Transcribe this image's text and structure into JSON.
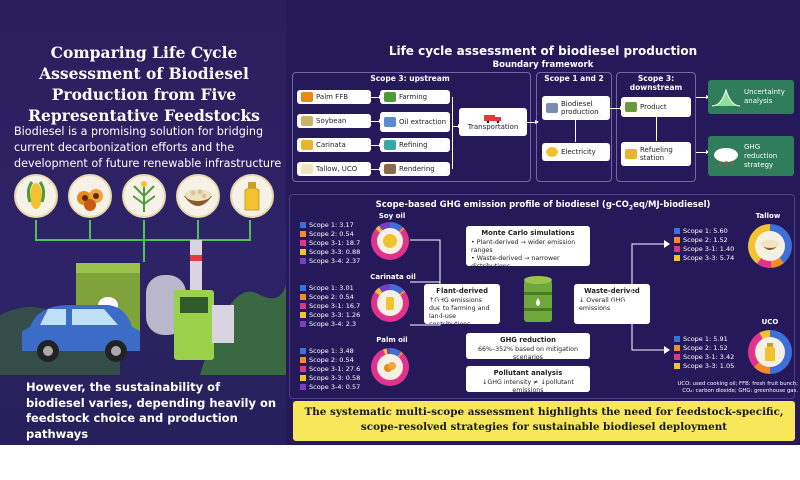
{
  "left": {
    "title": "Comparing Life Cycle Assessment of Biodiesel Production from Five Representative Feedstocks",
    "intro": "Biodiesel is a promising solution for bridging current decarbonization efforts and the development of future renewable infrastructure",
    "outro": "However, the sustainability of biodiesel varies, depending heavily on feedstock choice and production pathways"
  },
  "lca": {
    "title": "Life cycle assessment of biodiesel production",
    "boundary_title": "Boundary framework",
    "scope3_upstream": "Scope 3: upstream",
    "scope12": "Scope 1 and 2",
    "scope3_downstream": "Scope 3: downstream",
    "feedstocks": [
      "Palm FFB",
      "Soybean",
      "Carinata",
      "Tallow, UCO"
    ],
    "processes": [
      "Farming",
      "Oil extraction",
      "Refining",
      "Rendering"
    ],
    "transportation": "Transportation",
    "biodiesel_production": "Biodiesel production",
    "electricity": "Electricity",
    "product": "Product",
    "refueling": "Refueling station",
    "uncertainty": "Uncertainty analysis",
    "ghg_reduction_strategy": "GHG reduction strategy"
  },
  "ghg": {
    "title_pre": "Scope-based GHG emission profile of biodiesel (g-CO",
    "title_sub": "2",
    "title_post": "eq/MJ-biodiesel)",
    "oils": [
      {
        "name": "Soy oil",
        "rows": [
          "Scope 1: 3.17",
          "Scope 2: 0.54",
          "Scope 3-1: 18.7",
          "Scope 3-3: 0.88",
          "Scope 3-4: 2.37"
        ]
      },
      {
        "name": "Carinata oil",
        "rows": [
          "Scope 1: 3.01",
          "Scope 2: 0.54",
          "Scope 3-1: 16.7",
          "Scope 3-3: 1.26",
          "Scope 3-4: 2.3"
        ]
      },
      {
        "name": "Palm oil",
        "rows": [
          "Scope 1: 3.48",
          "Scope 2: 0.54",
          "Scope 3-1: 27.6",
          "Scope 3-3: 0.58",
          "Scope 3-4: 0.57"
        ]
      },
      {
        "name": "Tallow",
        "rows": [
          "Scope 1: 5.60",
          "Scope 2: 1.52",
          "Scope 3-1: 1.40",
          "Scope 3-3: 5.74"
        ]
      },
      {
        "name": "UCO",
        "rows": [
          "Scope 1: 5.91",
          "Scope 2: 1.52",
          "Scope 3-1: 3.42",
          "Scope 3-3: 1.05"
        ]
      }
    ],
    "monte_carlo": {
      "title": "Monte Carlo simulations",
      "line1": "Plant-derived → wider emission ranges",
      "line2": "Waste-derived → narrower distributions"
    },
    "plant_derived": {
      "title": "Plant-derived",
      "body": "↑GHG emissions due to farming and land-use contributions"
    },
    "waste_derived": {
      "title": "Waste-derived",
      "body": "↓ Overall GHG emissions"
    },
    "ghg_reduction": {
      "title": "GHG reduction",
      "body": "66%–352% based on mitigation scenarios"
    },
    "pollutant": {
      "title": "Pollutant analysis",
      "body": "↓GHG intensity ≠ ↓pollutant emissions"
    },
    "footnote1": "UCO: used cooking oil; FFB: fresh fruit bunch;",
    "footnote2": "CO₂: carbon dioxide; GHG: greenhouse gas."
  },
  "banner": {
    "line1": "The systematic multi-scope assessment highlights the need for feedstock-specific,",
    "line2": "scope-resolved strategies for sustainable biodiesel deployment"
  },
  "colors": {
    "background": "#1e1447",
    "left_panel": "#2a1e5c",
    "scope1": "#3f6fd8",
    "scope2": "#f28c28",
    "scope3_1": "#e0338b",
    "scope3_3": "#f2c230",
    "scope3_4": "#7a3fc0",
    "banner": "#f6e85a"
  }
}
